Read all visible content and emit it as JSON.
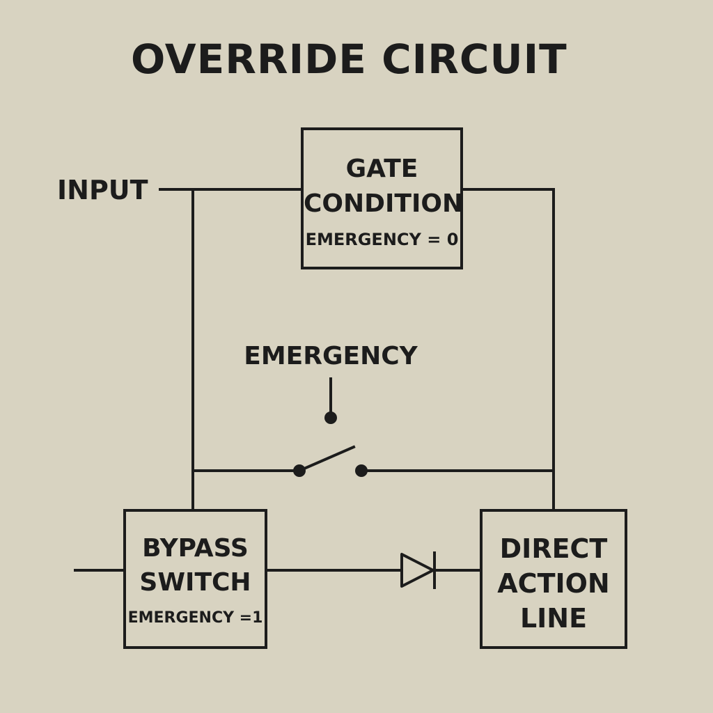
{
  "title": "OVERRIDE CIRCUIT",
  "input_label": "INPUT",
  "emergency_label": "EMERGENCY",
  "gate_box": {
    "line1": "GATE",
    "line2": "CONDITION",
    "condition": "EMERGENCY = 0"
  },
  "bypass_box": {
    "line1": "BYPASS",
    "line2": "SWITCH",
    "condition": "EMERGENCY =1"
  },
  "direct_box": {
    "line1": "DIRECT",
    "line2": "ACTION",
    "line3": "LINE"
  },
  "colors": {
    "background": "#d8d3c1",
    "ink": "#1c1c1c"
  }
}
